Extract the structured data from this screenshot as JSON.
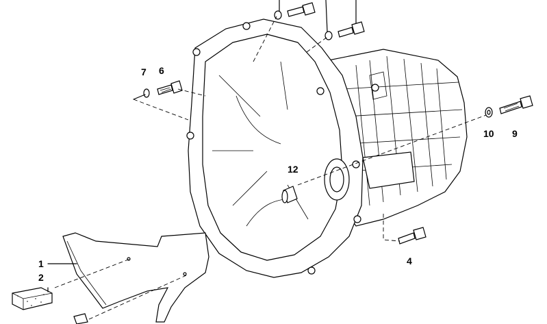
{
  "callouts": [
    {
      "id": "c1",
      "text": "1"
    },
    {
      "id": "c2",
      "text": "2"
    },
    {
      "id": "c4",
      "text": "4"
    },
    {
      "id": "c6",
      "text": "6"
    },
    {
      "id": "c7",
      "text": "7"
    },
    {
      "id": "c9",
      "text": "9"
    },
    {
      "id": "c10",
      "text": "10"
    },
    {
      "id": "c12",
      "text": "12"
    }
  ]
}
